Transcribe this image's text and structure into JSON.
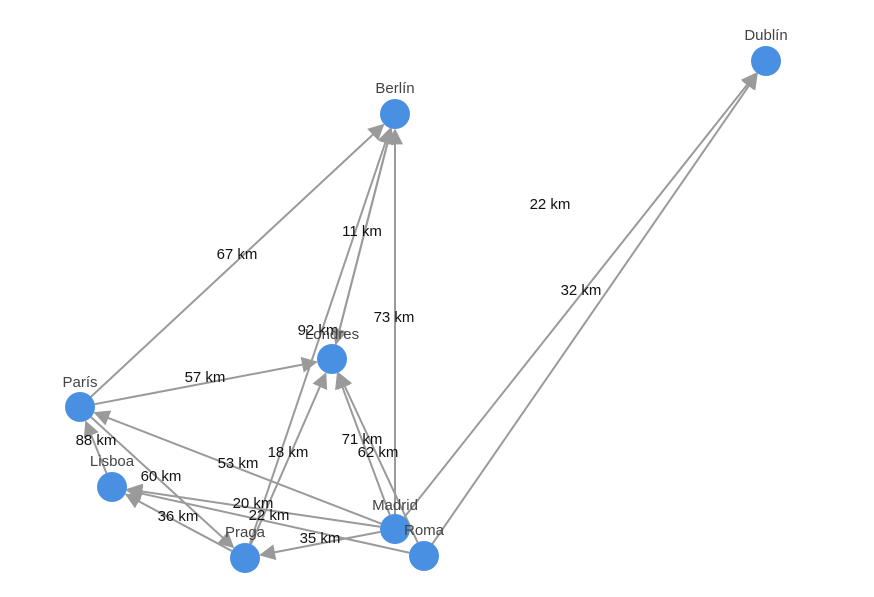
{
  "colors": {
    "node": "#4a90e2",
    "edge": "#9a9a9a",
    "node_label": "#444444",
    "edge_label": "#111111"
  },
  "graph": {
    "nodes": [
      {
        "id": "berlin",
        "label": "Berlín"
      },
      {
        "id": "dublin",
        "label": "Dublín"
      },
      {
        "id": "londres",
        "label": "Londres"
      },
      {
        "id": "paris",
        "label": "París"
      },
      {
        "id": "lisboa",
        "label": "Lisboa"
      },
      {
        "id": "madrid",
        "label": "Madrid"
      },
      {
        "id": "roma",
        "label": "Roma"
      },
      {
        "id": "praga",
        "label": "Praga"
      }
    ],
    "edges": [
      {
        "from": "paris",
        "to": "berlin",
        "label": "67 km"
      },
      {
        "from": "londres",
        "to": "berlin",
        "label": "11 km"
      },
      {
        "from": "berlin",
        "to": "londres",
        "label": "92 km"
      },
      {
        "from": "madrid",
        "to": "dublin",
        "label": "22 km"
      },
      {
        "from": "roma",
        "to": "dublin",
        "label": "32 km"
      },
      {
        "from": "madrid",
        "to": "berlin",
        "label": "73 km"
      },
      {
        "from": "paris",
        "to": "londres",
        "label": "57 km"
      },
      {
        "from": "roma",
        "to": "londres",
        "label": "71 km"
      },
      {
        "from": "madrid",
        "to": "londres",
        "label": "62 km"
      },
      {
        "from": "praga",
        "to": "berlin",
        "label": "18 km"
      },
      {
        "from": "lisboa",
        "to": "paris",
        "label": "88 km"
      },
      {
        "from": "madrid",
        "to": "paris",
        "label": "53 km"
      },
      {
        "from": "paris",
        "to": "praga",
        "label": "60 km"
      },
      {
        "from": "praga",
        "to": "lisboa",
        "label": "36 km"
      },
      {
        "from": "madrid",
        "to": "lisboa",
        "label": "20 km"
      },
      {
        "from": "roma",
        "to": "lisboa",
        "label": "22 km"
      },
      {
        "from": "madrid",
        "to": "praga",
        "label": "35 km"
      },
      {
        "from": "praga",
        "to": "londres",
        "label": ""
      }
    ]
  }
}
